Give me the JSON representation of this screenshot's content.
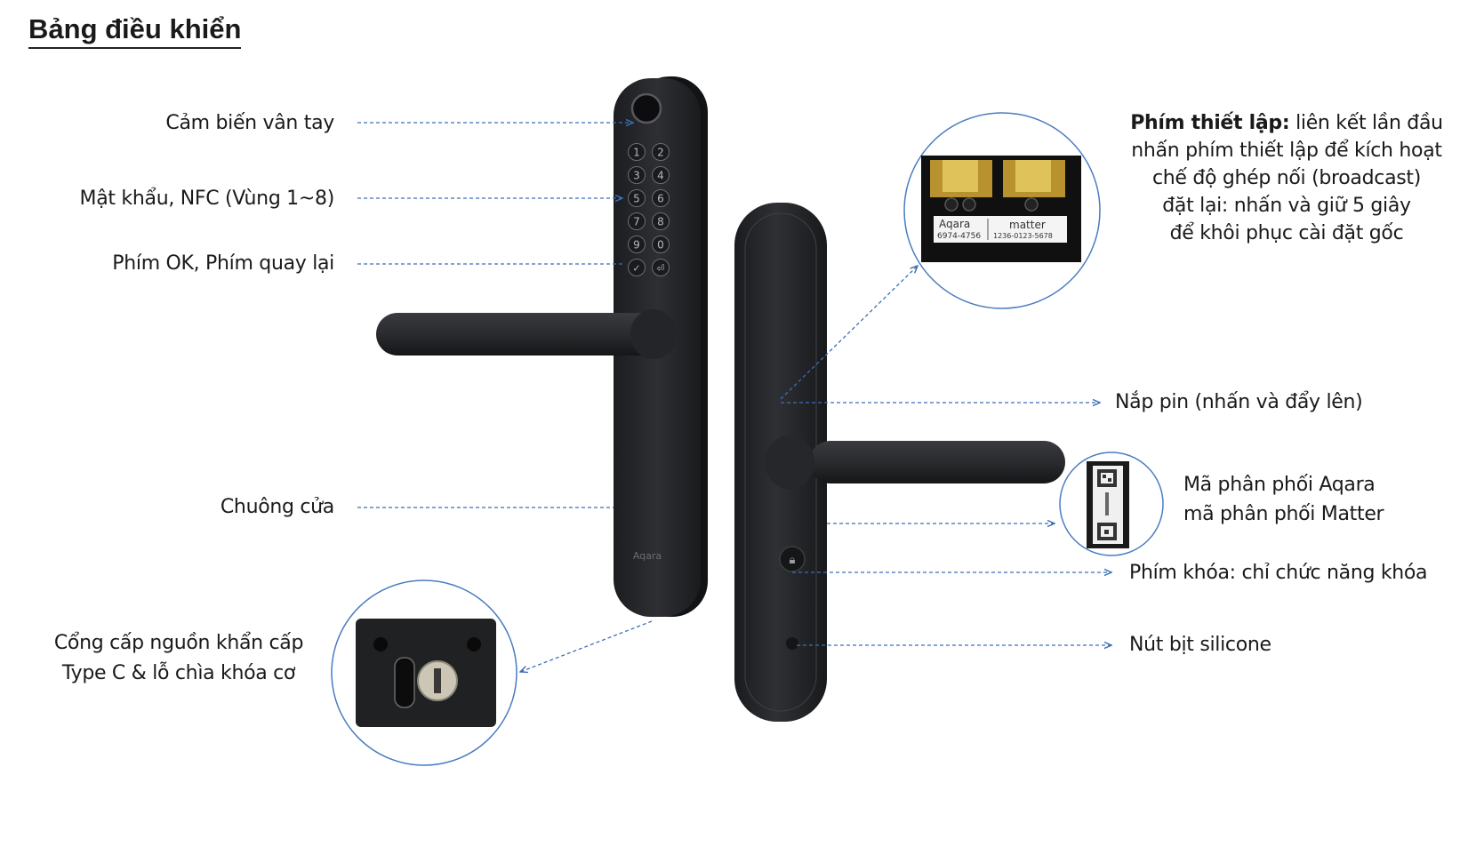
{
  "title": "Bảng điều khiển",
  "labels": {
    "fingerprint": "Cảm biến vân tay",
    "keypad": "Mật khẩu, NFC (Vùng 1~8)",
    "ok_back": "Phím OK, Phím quay lại",
    "doorbell": "Chuông cửa",
    "emergency_line1": "Cổng cấp nguồn khẩn cấp",
    "emergency_line2": "Type C & lỗ chìa khóa cơ",
    "setup_bold": "Phím thiết lập:",
    "setup_line1_rest": " liên kết lần đầu",
    "setup_line2": "nhấn phím thiết lập để kích hoạt",
    "setup_line3": "chế độ ghép nối (broadcast)",
    "setup_line4": "đặt lại: nhấn và giữ 5 giây",
    "setup_line5": "để khôi phục cài đặt gốc",
    "battery": "Nắp pin (nhấn và đẩy lên)",
    "code_line1": "Mã phân phối Aqara",
    "code_line2": "mã phân phối Matter",
    "lock_key": "Phím khóa: chỉ chức năng khóa",
    "silicone": "Nút bịt silicone"
  },
  "keypad_keys": [
    "1",
    "2",
    "3",
    "4",
    "5",
    "6",
    "7",
    "8",
    "9",
    "0"
  ],
  "brand": "Aqara",
  "sticker": {
    "brand": "Aqara",
    "brand_code": "6974-4756",
    "matter_label": "matter",
    "matter_code": "1236-0123-5678"
  },
  "colors": {
    "leader": "#3b6fb6",
    "circle": "#4a7cc0",
    "lock_body": "#2a2b2e",
    "lock_dark": "#1b1c1e"
  }
}
